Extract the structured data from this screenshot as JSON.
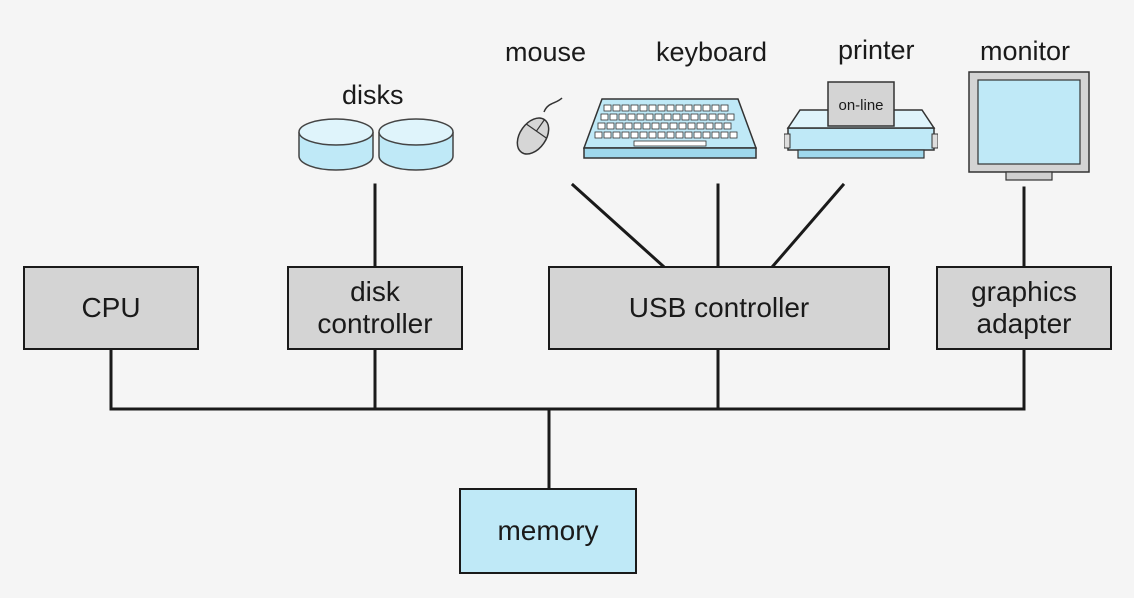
{
  "components": {
    "cpu": "CPU",
    "disk_controller": [
      "disk",
      "controller"
    ],
    "usb_controller": "USB controller",
    "graphics_adapter": [
      "graphics",
      "adapter"
    ],
    "memory": "memory"
  },
  "devices": {
    "disks": "disks",
    "mouse": "mouse",
    "keyboard": "keyboard",
    "printer": "printer",
    "printer_status": "on-line",
    "monitor": "monitor"
  },
  "colors": {
    "gray_box": "#d4d4d4",
    "memory_box": "#bfe9f7",
    "device_fill": "#bfe9f7",
    "line": "#1a1a1a"
  }
}
